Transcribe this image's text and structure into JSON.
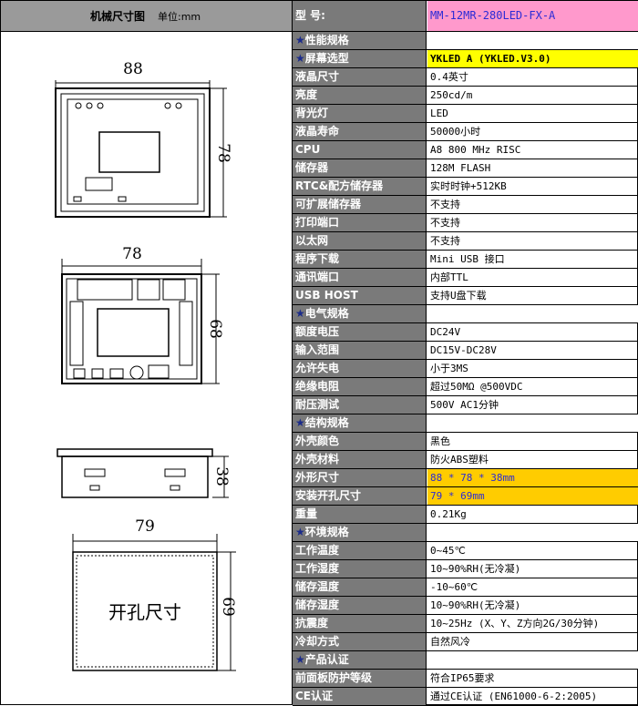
{
  "header": {
    "drawing_title": "机械尺寸图",
    "unit": "单位:mm",
    "model_label": "型  号:",
    "model_value": "MM-12MR-280LED-FX-A"
  },
  "drawings": {
    "front": {
      "width_label": "88",
      "height_label": "78"
    },
    "back": {
      "width_label": "78",
      "height_label": "68"
    },
    "side": {
      "depth_label": "38"
    },
    "cutout": {
      "width_label": "79",
      "height_label": "69",
      "caption": "开孔尺寸"
    }
  },
  "rows": [
    {
      "type": "section",
      "label": "★性能规格",
      "value": ""
    },
    {
      "type": "row",
      "label": "★屏幕选型",
      "value": "YKLED A (YKLED.V3.0)",
      "highlight": "yellow",
      "star": true
    },
    {
      "type": "row",
      "label": "液晶尺寸",
      "value": "0.4英寸"
    },
    {
      "type": "row",
      "label": "亮度",
      "value": "250cd/m"
    },
    {
      "type": "row",
      "label": "背光灯",
      "value": "LED"
    },
    {
      "type": "row",
      "label": "液晶寿命",
      "value": "50000小时"
    },
    {
      "type": "row",
      "label": "CPU",
      "value": "A8 800 MHz RISC"
    },
    {
      "type": "row",
      "label": "储存器",
      "value": "128M FLASH"
    },
    {
      "type": "row",
      "label": "RTC&配方储存器",
      "value": "实时时钟+512KB"
    },
    {
      "type": "row",
      "label": "可扩展储存器",
      "value": "不支持"
    },
    {
      "type": "row",
      "label": "打印端口",
      "value": "不支持"
    },
    {
      "type": "row",
      "label": "以太网",
      "value": "不支持"
    },
    {
      "type": "row",
      "label": "程序下载",
      "value": "Mini USB 接口"
    },
    {
      "type": "row",
      "label": "通讯端口",
      "value": "内部TTL"
    },
    {
      "type": "row",
      "label": "USB HOST",
      "value": "支持U盘下载"
    },
    {
      "type": "section",
      "label": "★电气规格",
      "value": ""
    },
    {
      "type": "row",
      "label": "额度电压",
      "value": "DC24V"
    },
    {
      "type": "row",
      "label": "输入范围",
      "value": "DC15V-DC28V"
    },
    {
      "type": "row",
      "label": "允许失电",
      "value": "小于3MS"
    },
    {
      "type": "row",
      "label": "绝缘电阻",
      "value": "超过50MΩ @500VDC"
    },
    {
      "type": "row",
      "label": "耐压测试",
      "value": "500V AC1分钟"
    },
    {
      "type": "section",
      "label": "★结构规格",
      "value": ""
    },
    {
      "type": "row",
      "label": "外壳颜色",
      "value": "黑色"
    },
    {
      "type": "row",
      "label": "外壳材料",
      "value": "防火ABS塑料"
    },
    {
      "type": "row",
      "label": "外形尺寸",
      "value": "88 * 78 * 38mm",
      "highlight": "orange"
    },
    {
      "type": "row",
      "label": "安装开孔尺寸",
      "value": "79 * 69mm",
      "highlight": "orange"
    },
    {
      "type": "row",
      "label": "重量",
      "value": "0.21Kg"
    },
    {
      "type": "section",
      "label": "★环境规格",
      "value": ""
    },
    {
      "type": "row",
      "label": "工作温度",
      "value": "0~45℃"
    },
    {
      "type": "row",
      "label": "工作湿度",
      "value": "10~90%RH(无冷凝)"
    },
    {
      "type": "row",
      "label": "储存温度",
      "value": "-10~60℃"
    },
    {
      "type": "row",
      "label": "储存湿度",
      "value": "10~90%RH(无冷凝)"
    },
    {
      "type": "row",
      "label": "抗震度",
      "value": "10~25Hz (X、Y、Z方向2G/30分钟)"
    },
    {
      "type": "row",
      "label": "冷却方式",
      "value": "自然风冷"
    },
    {
      "type": "section",
      "label": "★产品认证",
      "value": ""
    },
    {
      "type": "row",
      "label": "前面板防护等级",
      "value": "符合IP65要求"
    },
    {
      "type": "row",
      "label": "CE认证",
      "value": "通过CE认证 (EN61000-6-2:2005)"
    }
  ]
}
